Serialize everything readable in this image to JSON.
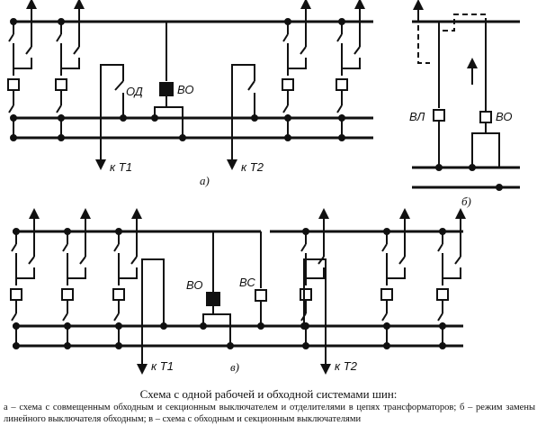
{
  "labels": {
    "od": "ОД",
    "vo": "ВО",
    "vl": "ВЛ",
    "vs": "ВС",
    "kt1": "к Т1",
    "kt2": "к Т2"
  },
  "subfigures": {
    "a": "а)",
    "b": "б)",
    "v": "в)"
  },
  "caption": {
    "title": "Схема с одной рабочей и обходной системами шин:",
    "text": "а – схема с совмещенным обходным и секционным выключателем и отделителями в цепях трансформаторов; б – режим замены линейного выключателя обходным; в – схема с обходным и секционным выключателями"
  }
}
